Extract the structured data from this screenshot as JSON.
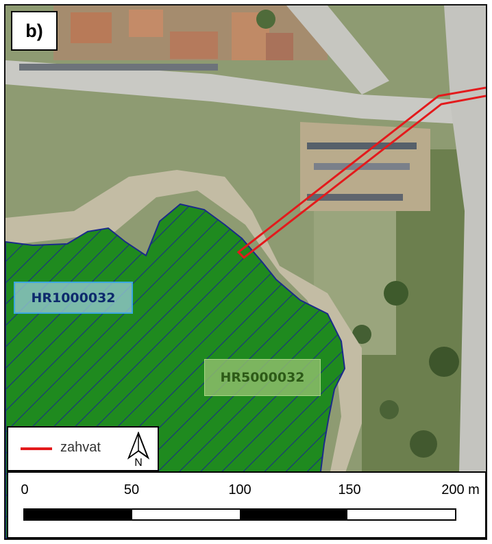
{
  "panel": {
    "label": "b)"
  },
  "zones": [
    {
      "code": "HR1000032",
      "color": "#3aa8e0"
    },
    {
      "code": "HR5000032",
      "color": "#2d5a17"
    }
  ],
  "legend": {
    "items": [
      {
        "label": "zahvat",
        "color": "#e31a1c"
      }
    ],
    "north_arrow": {
      "letter": "N",
      "icon": "north-arrow-icon"
    }
  },
  "scalebar": {
    "ticks": [
      "0",
      "50",
      "100",
      "150",
      "200 m"
    ],
    "segments": [
      "black",
      "white",
      "black",
      "white"
    ]
  },
  "colors": {
    "sea_fill": "#1f8a1f",
    "hatch": "#1a2a8a",
    "zahvat_line": "#e31a1c",
    "road": "#c9c9c4"
  }
}
